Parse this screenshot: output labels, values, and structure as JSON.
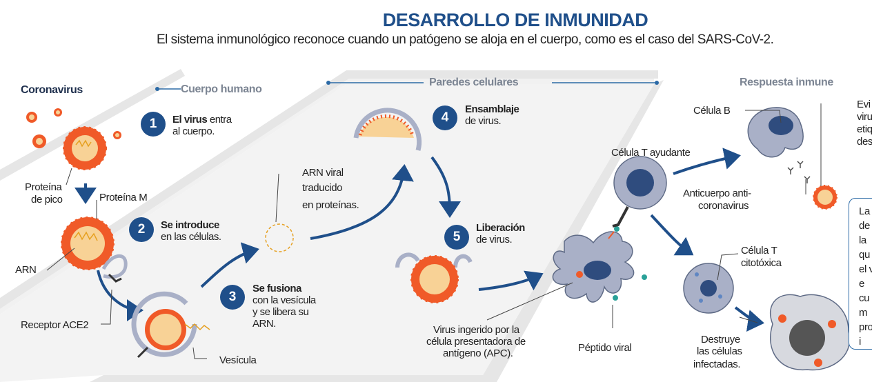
{
  "header": {
    "title": "DESARROLLO DE INMUNIDAD",
    "subtitle": "El sistema inmunológico reconoce cuando un patógeno se aloja en el cuerpo, como es el caso del SARS-CoV-2."
  },
  "sections": {
    "coronavirus": "Coronavirus",
    "cuerpo": "Cuerpo humano",
    "paredes": "Paredes celulares",
    "respuesta": "Respuesta inmune"
  },
  "steps": [
    {
      "num": "1",
      "bold": "El virus",
      "rest": " entra",
      "line2": "al cuerpo."
    },
    {
      "num": "2",
      "bold": "Se introduce",
      "line2": "en las células."
    },
    {
      "num": "3",
      "bold": "Se fusiona",
      "line2": "con la vesícula",
      "line3": "y se libera su",
      "line4": "ARN."
    },
    {
      "num": "4",
      "bold": "Ensamblaje",
      "line2": "de virus."
    },
    {
      "num": "5",
      "bold": "Liberación",
      "line2": "de virus."
    }
  ],
  "labels": {
    "proteina_pico_1": "Proteína",
    "proteina_pico_2": "de pico",
    "proteina_m": "Proteína M",
    "arn": "ARN",
    "receptor": "Receptor ACE2",
    "vesicula": "Vesícula",
    "arn_viral_1": "ARN viral",
    "arn_viral_2": "traducido",
    "arn_viral_3": "en proteínas.",
    "apc_1": "Virus ingerido por la",
    "apc_2": "célula presentadora de",
    "apc_3": "antígeno (APC).",
    "peptido": "Péptido viral",
    "celula_b": "Célula B",
    "t_ayudante": "Célula T ayudante",
    "anticuerpo_1": "Anticuerpo anti-",
    "anticuerpo_2": "coronavirus",
    "t_citotoxica_1": "Célula T",
    "t_citotoxica_2": "citotóxica",
    "destruye_1": "Destruye",
    "destruye_2": "las células",
    "destruye_3": "infectadas.",
    "evita_1": "Evi",
    "evita_2": "viru",
    "evita_3": "etiq",
    "evita_4": "des"
  },
  "callout": [
    "La",
    "de",
    "la",
    "qu",
    "el v",
    "e",
    "cu",
    "m",
    "pro",
    "i"
  ],
  "colors": {
    "accent": "#1f4f8a",
    "virus": "#f05a28",
    "virus_core": "#f8d296",
    "membrane": "#a9b0c7",
    "wall": "#e6e6e6"
  }
}
